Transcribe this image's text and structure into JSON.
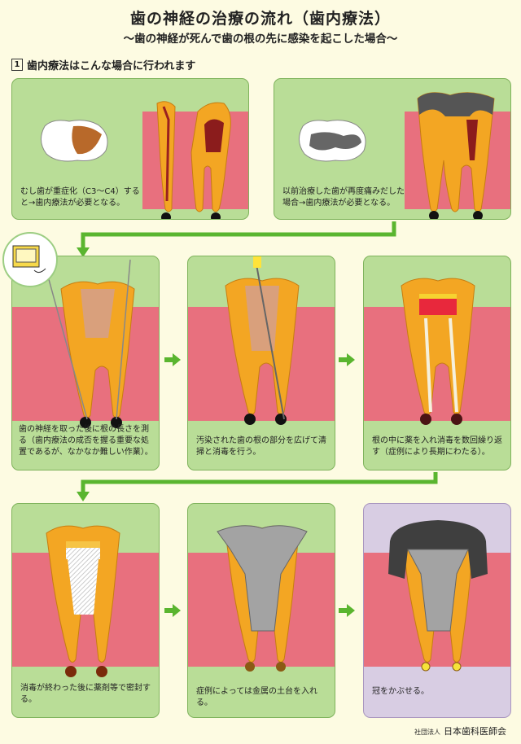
{
  "title": "歯の神経の治療の流れ（歯内療法）",
  "subtitle": "～歯の神経が死んで歯の根の先に感染を起こした場合～",
  "section": {
    "number": "1",
    "label": "歯内療法はこんな場合に行われます"
  },
  "panels": [
    {
      "caption": "むし歯が重症化（C3～C4）すると→歯内療法が必要となる。"
    },
    {
      "caption": "以前治療した歯が再度痛みだした場合→歯内療法が必要となる。"
    },
    {
      "caption": "歯の神経を取った後に根の長さを測る（歯内療法の成否を握る重要な処置であるが、なかなか難しい作業）。"
    },
    {
      "caption": "汚染された歯の根の部分を広げて清掃と消毒を行う。"
    },
    {
      "caption": "根の中に薬を入れ消毒を数回繰り返す（症例により長期にわたる）。"
    },
    {
      "caption": "消毒が終わった後に薬剤等で密封する。"
    },
    {
      "caption": "症例によっては金属の土台を入れる。"
    },
    {
      "caption": "冠をかぶせる。"
    }
  ],
  "footer": {
    "org_type": "社団法人",
    "org_name": "日本歯科医師会"
  },
  "colors": {
    "panel_green": "#b9dd97",
    "gum_pink": "#e8707e",
    "tooth_orange": "#f3a623",
    "arrow_green": "#5ab52f"
  }
}
